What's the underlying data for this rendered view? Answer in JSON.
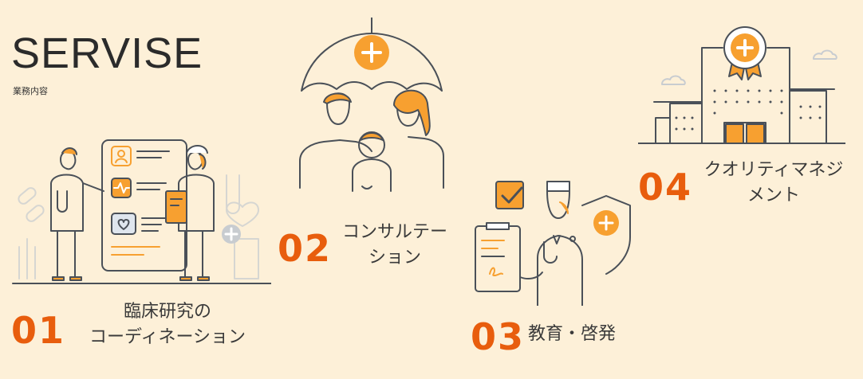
{
  "header": {
    "title": "SERVISE",
    "subtitle": "業務内容"
  },
  "colors": {
    "background": "#fdf0d8",
    "accent": "#f7a030",
    "number": "#e85d0d",
    "line": "#4a5058"
  },
  "services": [
    {
      "number": "01",
      "label_lines": [
        "臨床研究の",
        "コーディネーション"
      ],
      "icon": "doctor-nurse-icon"
    },
    {
      "number": "02",
      "label_lines": [
        "コンサルテー",
        "ション"
      ],
      "icon": "family-umbrella-icon"
    },
    {
      "number": "03",
      "label_lines": [
        "教育・啓発"
      ],
      "icon": "doctor-shield-icon"
    },
    {
      "number": "04",
      "label_lines": [
        "クオリティマネジ",
        "メント"
      ],
      "icon": "hospital-badge-icon"
    }
  ]
}
